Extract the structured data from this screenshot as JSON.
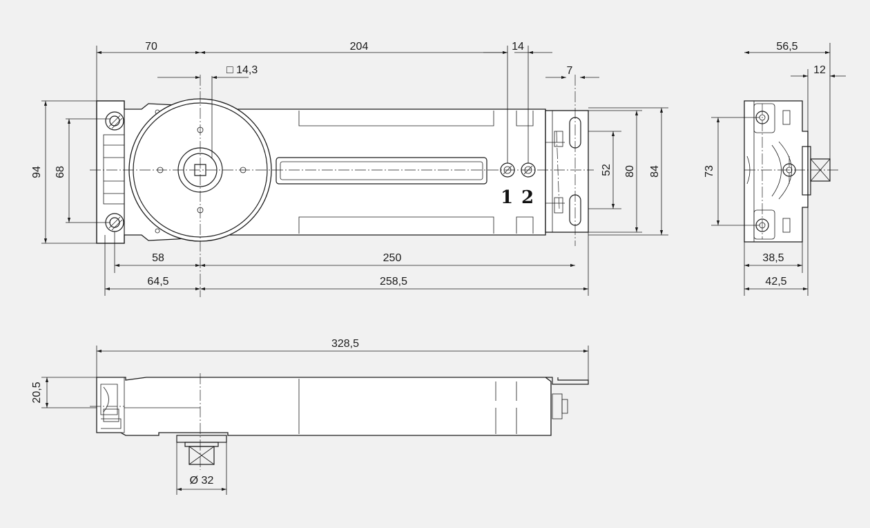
{
  "drawing": {
    "top_view": {
      "dims": {
        "d70": "70",
        "d204": "204",
        "d14": "14",
        "d14_3": "□ 14,3",
        "d7": "7",
        "d94": "94",
        "d68": "68",
        "d52": "52",
        "d80": "80",
        "d84": "84",
        "d58": "58",
        "d250": "250",
        "d64_5": "64,5",
        "d258_5": "258,5"
      },
      "positions": {
        "p1": "1",
        "p2": "2"
      }
    },
    "side_view": {
      "dims": {
        "d56_5": "56,5",
        "d12": "12",
        "d73": "73",
        "d38_5": "38,5",
        "d42_5": "42,5"
      }
    },
    "front_view": {
      "dims": {
        "d328_5": "328,5",
        "d20_5": "20,5",
        "d32": "Ø 32"
      }
    }
  }
}
